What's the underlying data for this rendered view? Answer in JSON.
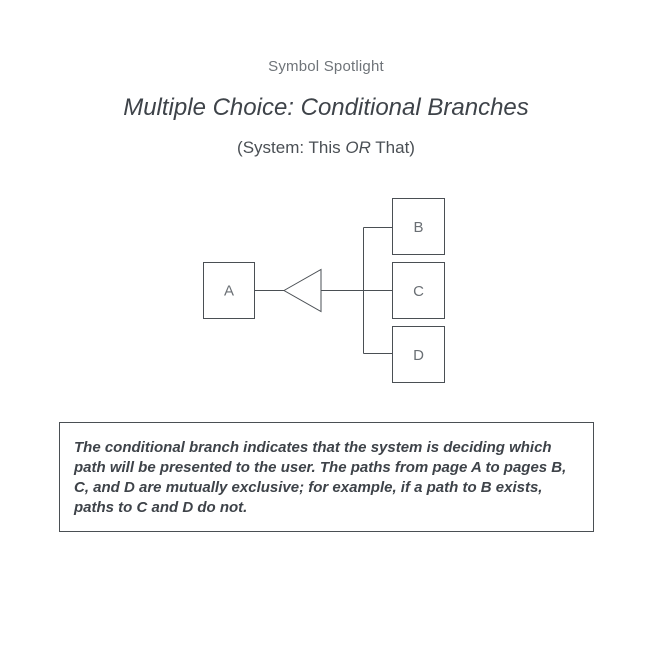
{
  "header": {
    "eyebrow": "Symbol Spotlight",
    "title": "Multiple Choice: Conditional Branches",
    "subtitle_prefix": "(System: This ",
    "subtitle_emphasis": "OR",
    "subtitle_suffix": " That)"
  },
  "diagram": {
    "source_node": "A",
    "target_nodes": [
      "B",
      "C",
      "D"
    ],
    "connector_symbol": "triangle-icon",
    "stroke_color": "#4a4f54"
  },
  "description": {
    "text": "The conditional branch indicates that the system is deciding which path will be presented to the user. The paths from page A to pages B, C, and D are mutually exclusive; for example, if a path to B exists, paths to C and D do not."
  }
}
